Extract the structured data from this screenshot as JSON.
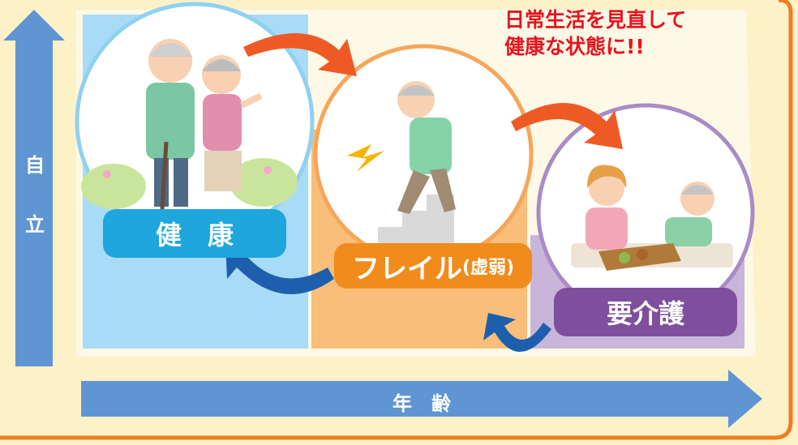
{
  "message": {
    "line1": "日常生活を見直して",
    "line2": "健康な状態に!!"
  },
  "axis": {
    "vertical_chars": [
      "自",
      "立"
    ],
    "horizontal": "年　齢"
  },
  "stages": {
    "health": "健　康",
    "frail_main": "フレイル",
    "frail_sub": "(虚弱)",
    "care": "要介護"
  },
  "colors": {
    "background": "#fdf1c8",
    "border": "#f07d1e",
    "axis_blue": "#5f95d3",
    "health_panel": "#a8dcf6",
    "health_label": "#1ea6dd",
    "frail_panel": "#f9be79",
    "frail_label": "#f08c1c",
    "care_panel": "#c9b5da",
    "care_label": "#7e4f9d",
    "forward_arrow": "#ee5a25",
    "back_arrow": "#1e5fad",
    "message": "#e8131f"
  }
}
